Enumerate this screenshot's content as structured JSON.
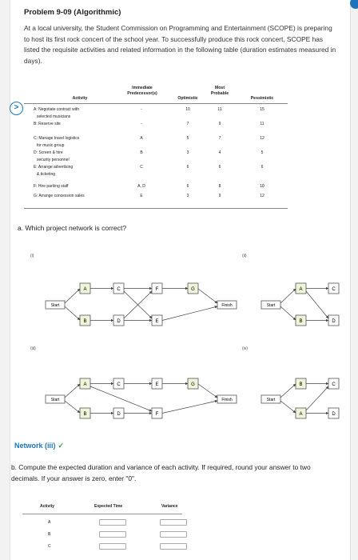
{
  "problem": {
    "title": "Problem 9-09 (Algorithmic)",
    "intro": "At a local university, the Student Commission on Programming and Entertainment (SCOPE) is preparing to host its first rock concert of the school year. To successfully produce this rock concert, SCOPE has listed the requisite activities and related information in the following table (duration estimates measured in days)."
  },
  "activity_table": {
    "headers": {
      "activity": "Activity",
      "predecessors": "Immediate Predecessor(s)",
      "optimistic": "Optimistic",
      "most_probable": "Most Probable",
      "pessimistic": "Pessimistic"
    },
    "rows": [
      {
        "line1": "A: Negotiate contract with",
        "line2": "selected musicians",
        "pred": "-",
        "opt": "10",
        "mp": "11",
        "pes": "15"
      },
      {
        "line1": "B: Reserve site",
        "line2": "",
        "pred": "-",
        "opt": "7",
        "mp": "9",
        "pes": "11"
      },
      {
        "line1": "C: Manage travel logistics",
        "line2": "for music group",
        "pred": "A",
        "opt": "5",
        "mp": "7",
        "pes": "12"
      },
      {
        "line1": "D: Screen & hire",
        "line2": "security personnel",
        "pred": "B",
        "opt": "3",
        "mp": "4",
        "pes": "5"
      },
      {
        "line1": "E: Arrange advertising",
        "line2": "& ticketing",
        "pred": "C",
        "opt": "6",
        "mp": "6",
        "pes": "6"
      },
      {
        "line1": "F: Hire parking staff",
        "line2": "",
        "pred": "A, D",
        "opt": "6",
        "mp": "8",
        "pes": "10"
      },
      {
        "line1": "G: Arrange concession sales",
        "line2": "",
        "pred": "E",
        "opt": "3",
        "mp": "9",
        "pes": "12"
      }
    ],
    "row_marker": ">"
  },
  "question_a": "a. Which project network is correct?",
  "networks": [
    {
      "label": "(i)",
      "start": "Start",
      "finish": "Finish",
      "nodes": [
        "A",
        "C",
        "F",
        "G",
        "B",
        "D",
        "E"
      ]
    },
    {
      "label": "(ii)",
      "start": "Start",
      "nodes": [
        "A",
        "C",
        "B",
        "D"
      ]
    },
    {
      "label": "(iii)",
      "start": "Start",
      "finish": "Finish",
      "nodes": [
        "A",
        "C",
        "E",
        "G",
        "B",
        "D",
        "F"
      ]
    },
    {
      "label": "(iv)",
      "start": "Start",
      "nodes": [
        "B",
        "C",
        "A",
        "D"
      ]
    }
  ],
  "answer": {
    "text": "Network (iii)",
    "check": "✓"
  },
  "question_b": "b. Compute the expected duration and variance of each activity. If required, round your answer to two decimals. If your answer is zero, enter \"0\".",
  "result_table": {
    "headers": {
      "activity": "Activity",
      "expected": "Expected Time",
      "variance": "Variance"
    },
    "rows": [
      "A",
      "B",
      "C"
    ]
  },
  "colors": {
    "accent": "#1c75bc",
    "check": "#2e9e4f"
  }
}
